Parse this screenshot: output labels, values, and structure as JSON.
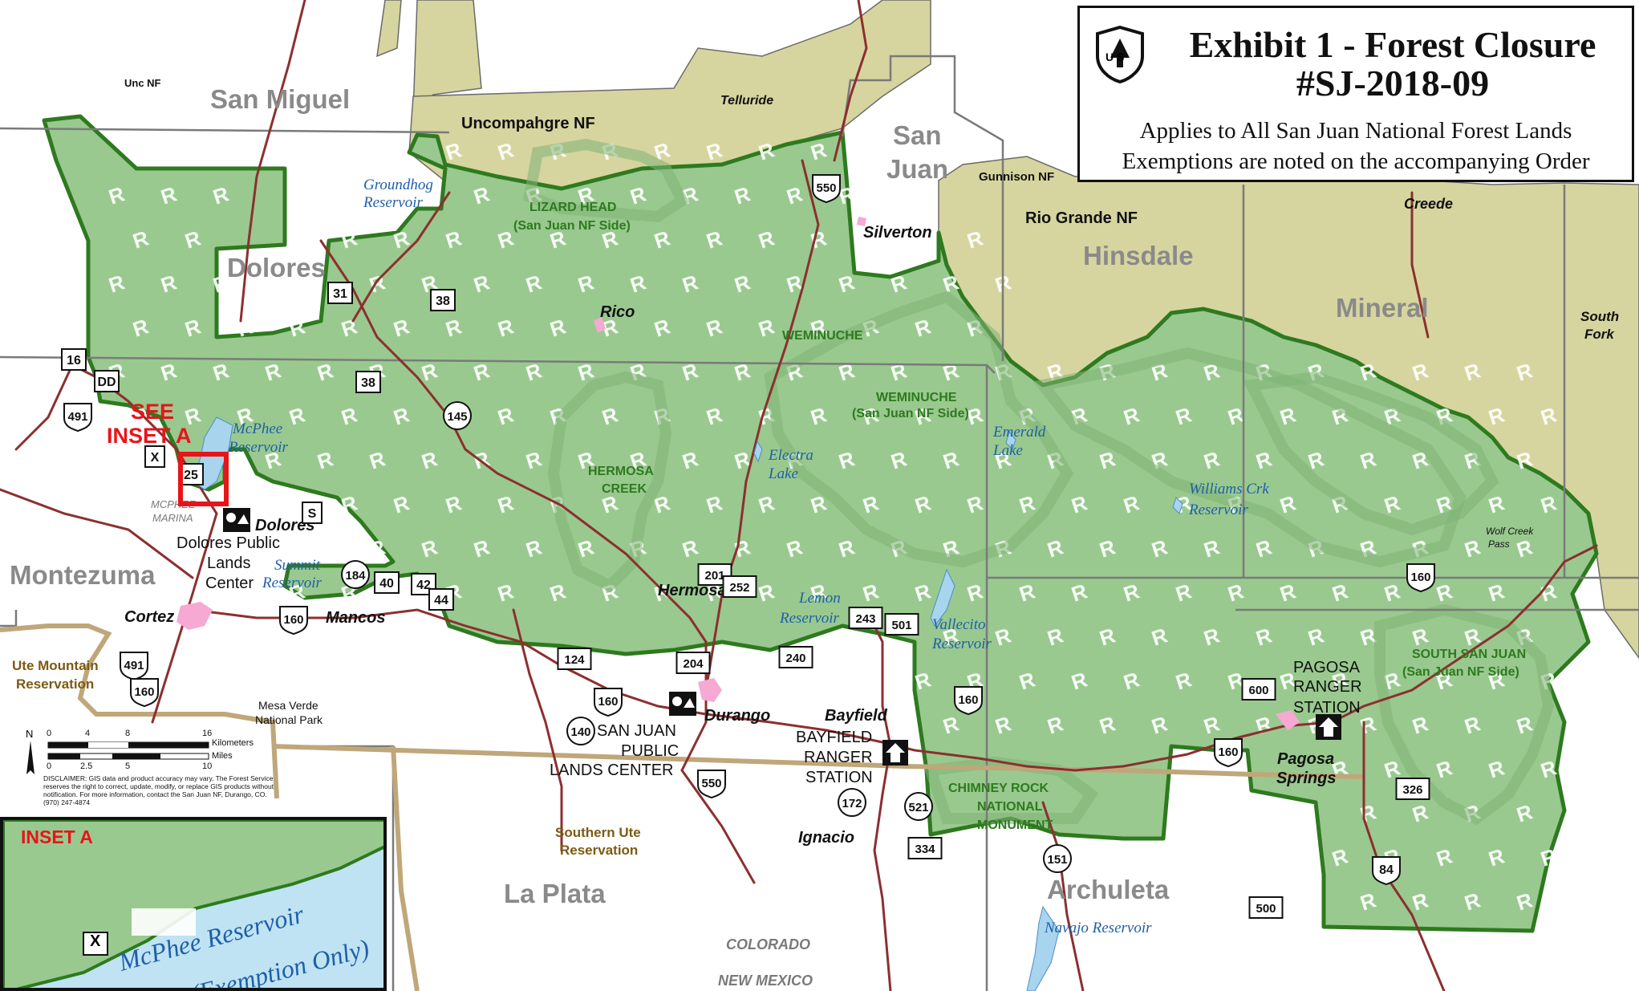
{
  "title": {
    "line1": "Exhibit 1 - Forest Closure",
    "line2": "#SJ-2018-09",
    "sub1": "Applies to All San Juan National Forest Lands",
    "sub2": "Exemptions are noted on the accompanying Order",
    "shield_text": "U S"
  },
  "counties": [
    {
      "id": "san-miguel",
      "label": "San Miguel"
    },
    {
      "id": "dolores",
      "label": "Dolores"
    },
    {
      "id": "montezuma",
      "label": "Montezuma"
    },
    {
      "id": "san-juan-1",
      "label": "San"
    },
    {
      "id": "san-juan-2",
      "label": "Juan"
    },
    {
      "id": "hinsdale",
      "label": "Hinsdale"
    },
    {
      "id": "mineral",
      "label": "Mineral"
    },
    {
      "id": "la-plata",
      "label": "La Plata"
    },
    {
      "id": "archuleta",
      "label": "Archuleta"
    }
  ],
  "forests": [
    {
      "id": "unc-nf-small",
      "label": "Unc NF"
    },
    {
      "id": "uncompahgre-nf",
      "label": "Uncompahgre NF"
    },
    {
      "id": "gunnison-nf",
      "label": "Gunnison NF"
    },
    {
      "id": "rio-grande-nf",
      "label": "Rio Grande NF"
    }
  ],
  "wilderness": [
    {
      "id": "lizard-head-1",
      "label": "LIZARD HEAD"
    },
    {
      "id": "lizard-head-2",
      "label": "(San Juan NF Side)"
    },
    {
      "id": "weminuche-a",
      "label": "WEMINUCHE"
    },
    {
      "id": "weminuche-b1",
      "label": "WEMINUCHE"
    },
    {
      "id": "weminuche-b2",
      "label": "(San Juan NF Side)"
    },
    {
      "id": "hermosa-1",
      "label": "HERMOSA"
    },
    {
      "id": "hermosa-2",
      "label": "CREEK"
    },
    {
      "id": "south-sj-1",
      "label": "SOUTH SAN JUAN"
    },
    {
      "id": "south-sj-2",
      "label": "(San Juan NF Side)"
    },
    {
      "id": "chimney-1",
      "label": "CHIMNEY ROCK"
    },
    {
      "id": "chimney-2",
      "label": "NATIONAL"
    },
    {
      "id": "chimney-3",
      "label": "MONUMENT"
    }
  ],
  "towns": [
    {
      "id": "telluride",
      "label": "Telluride"
    },
    {
      "id": "silverton",
      "label": "Silverton"
    },
    {
      "id": "rico",
      "label": "Rico"
    },
    {
      "id": "creede",
      "label": "Creede"
    },
    {
      "id": "south-fork-1",
      "label": "South"
    },
    {
      "id": "south-fork-2",
      "label": "Fork"
    },
    {
      "id": "dolores-town",
      "label": "Dolores"
    },
    {
      "id": "cortez",
      "label": "Cortez"
    },
    {
      "id": "mancos",
      "label": "Mancos"
    },
    {
      "id": "hermosa",
      "label": "Hermosa"
    },
    {
      "id": "durango",
      "label": "Durango"
    },
    {
      "id": "bayfield",
      "label": "Bayfield"
    },
    {
      "id": "ignacio",
      "label": "Ignacio"
    },
    {
      "id": "pagosa-1",
      "label": "Pagosa"
    },
    {
      "id": "pagosa-2",
      "label": "Springs"
    }
  ],
  "water": [
    {
      "id": "groundhog-1",
      "label": "Groundhog"
    },
    {
      "id": "groundhog-2",
      "label": "Reservoir"
    },
    {
      "id": "mcphee-1",
      "label": "McPhee"
    },
    {
      "id": "mcphee-2",
      "label": "Reservoir"
    },
    {
      "id": "electra-1",
      "label": "Electra"
    },
    {
      "id": "electra-2",
      "label": "Lake"
    },
    {
      "id": "emerald-1",
      "label": "Emerald"
    },
    {
      "id": "emerald-2",
      "label": "Lake"
    },
    {
      "id": "williams-1",
      "label": "Williams Crk"
    },
    {
      "id": "williams-2",
      "label": "Reservoir"
    },
    {
      "id": "summit-1",
      "label": "Summit"
    },
    {
      "id": "summit-2",
      "label": "Reservoir"
    },
    {
      "id": "lemon-1",
      "label": "Lemon"
    },
    {
      "id": "lemon-2",
      "label": "Reservoir"
    },
    {
      "id": "vallecito-1",
      "label": "Vallecito"
    },
    {
      "id": "vallecito-2",
      "label": "Reservoir"
    },
    {
      "id": "navajo",
      "label": "Navajo Reservoir"
    }
  ],
  "facilities": [
    {
      "id": "dolores-plc-1",
      "label": "Dolores Public"
    },
    {
      "id": "dolores-plc-2",
      "label": "Lands"
    },
    {
      "id": "dolores-plc-3",
      "label": "Center"
    },
    {
      "id": "sj-plc-1",
      "label": "SAN JUAN"
    },
    {
      "id": "sj-plc-2",
      "label": "PUBLIC"
    },
    {
      "id": "sj-plc-3",
      "label": "LANDS CENTER"
    },
    {
      "id": "bayfield-rs-1",
      "label": "BAYFIELD"
    },
    {
      "id": "bayfield-rs-2",
      "label": "RANGER"
    },
    {
      "id": "bayfield-rs-3",
      "label": "STATION"
    },
    {
      "id": "pagosa-rs-1",
      "label": "PAGOSA"
    },
    {
      "id": "pagosa-rs-2",
      "label": "RANGER"
    },
    {
      "id": "pagosa-rs-3",
      "label": "STATION"
    }
  ],
  "other_labels": [
    {
      "id": "mcphee-marina-1",
      "label": "MCPHEE"
    },
    {
      "id": "mcphee-marina-2",
      "label": "MARINA"
    },
    {
      "id": "ute-mtn-1",
      "label": "Ute Mountain"
    },
    {
      "id": "ute-mtn-2",
      "label": "Reservation"
    },
    {
      "id": "mesa-verde-1",
      "label": "Mesa Verde"
    },
    {
      "id": "mesa-verde-2",
      "label": "National Park"
    },
    {
      "id": "southern-ute-1",
      "label": "Southern Ute"
    },
    {
      "id": "southern-ute-2",
      "label": "Reservation"
    },
    {
      "id": "wolf-creek-1",
      "label": "Wolf Creek"
    },
    {
      "id": "wolf-creek-2",
      "label": "Pass"
    },
    {
      "id": "colorado",
      "label": "COLORADO"
    },
    {
      "id": "new-mexico",
      "label": "NEW MEXICO"
    },
    {
      "id": "see-inset-1",
      "label": "SEE"
    },
    {
      "id": "see-inset-2",
      "label": "INSET A"
    }
  ],
  "route_shields": [
    {
      "id": "r550a",
      "label": "550",
      "kind": "us"
    },
    {
      "id": "r31",
      "label": "31",
      "kind": "box"
    },
    {
      "id": "r38a",
      "label": "38",
      "kind": "box"
    },
    {
      "id": "r38b",
      "label": "38",
      "kind": "box"
    },
    {
      "id": "r16",
      "label": "16",
      "kind": "box"
    },
    {
      "id": "rDD",
      "label": "DD",
      "kind": "box"
    },
    {
      "id": "r491a",
      "label": "491",
      "kind": "us"
    },
    {
      "id": "r145",
      "label": "145",
      "kind": "state"
    },
    {
      "id": "rX",
      "label": "X",
      "kind": "box"
    },
    {
      "id": "r25",
      "label": "25",
      "kind": "box"
    },
    {
      "id": "rS",
      "label": "S",
      "kind": "box"
    },
    {
      "id": "r184",
      "label": "184",
      "kind": "state"
    },
    {
      "id": "r40",
      "label": "40",
      "kind": "box"
    },
    {
      "id": "r42",
      "label": "42",
      "kind": "box"
    },
    {
      "id": "r44",
      "label": "44",
      "kind": "box"
    },
    {
      "id": "r160a",
      "label": "160",
      "kind": "us"
    },
    {
      "id": "r491b",
      "label": "491",
      "kind": "us"
    },
    {
      "id": "r160b",
      "label": "160",
      "kind": "us"
    },
    {
      "id": "r201",
      "label": "201",
      "kind": "box"
    },
    {
      "id": "r252",
      "label": "252",
      "kind": "box"
    },
    {
      "id": "r124",
      "label": "124",
      "kind": "box"
    },
    {
      "id": "r204",
      "label": "204",
      "kind": "box"
    },
    {
      "id": "r240",
      "label": "240",
      "kind": "box"
    },
    {
      "id": "r243",
      "label": "243",
      "kind": "box"
    },
    {
      "id": "r501",
      "label": "501",
      "kind": "box"
    },
    {
      "id": "r160c",
      "label": "160",
      "kind": "us"
    },
    {
      "id": "r140",
      "label": "140",
      "kind": "state"
    },
    {
      "id": "r550b",
      "label": "550",
      "kind": "us"
    },
    {
      "id": "r172",
      "label": "172",
      "kind": "state"
    },
    {
      "id": "r521",
      "label": "521",
      "kind": "state"
    },
    {
      "id": "r334",
      "label": "334",
      "kind": "box"
    },
    {
      "id": "r160d",
      "label": "160",
      "kind": "us"
    },
    {
      "id": "r151",
      "label": "151",
      "kind": "state"
    },
    {
      "id": "r600",
      "label": "600",
      "kind": "box"
    },
    {
      "id": "r160e",
      "label": "160",
      "kind": "us"
    },
    {
      "id": "r160f",
      "label": "160",
      "kind": "us"
    },
    {
      "id": "r326",
      "label": "326",
      "kind": "box"
    },
    {
      "id": "r84",
      "label": "84",
      "kind": "us"
    },
    {
      "id": "r500",
      "label": "500",
      "kind": "box"
    }
  ],
  "scale": {
    "north": "N",
    "km_label": "Kilometers",
    "mi_label": "Miles",
    "km_ticks": [
      "0",
      "4",
      "8",
      "16"
    ],
    "mi_ticks": [
      "0",
      "2.5",
      "5",
      "10"
    ],
    "disclaimer": "DISCLAIMER: GIS data and product accuracy may vary. The Forest Service reserves the right to correct, update, modify, or replace GIS products without notification. For more information, contact the San Juan NF, Durango, CO. (970) 247-4874"
  },
  "inset": {
    "label": "INSET A",
    "x_marker": "X",
    "water_1": "McPhee Reservoir",
    "water_2": "(Exemption Only)"
  },
  "colors": {
    "forest_green": "#99c98f",
    "forest_border": "#2e7a1f",
    "other_nf": "#d6d59f",
    "road": "#8c2f2f",
    "water_text": "#1f5fa8",
    "county_text": "#8a8a8a",
    "inset_red": "#e8141a",
    "reservation_text": "#7b5a12",
    "town_pink": "#f6a9d2",
    "state_line": "#bfa77a"
  }
}
